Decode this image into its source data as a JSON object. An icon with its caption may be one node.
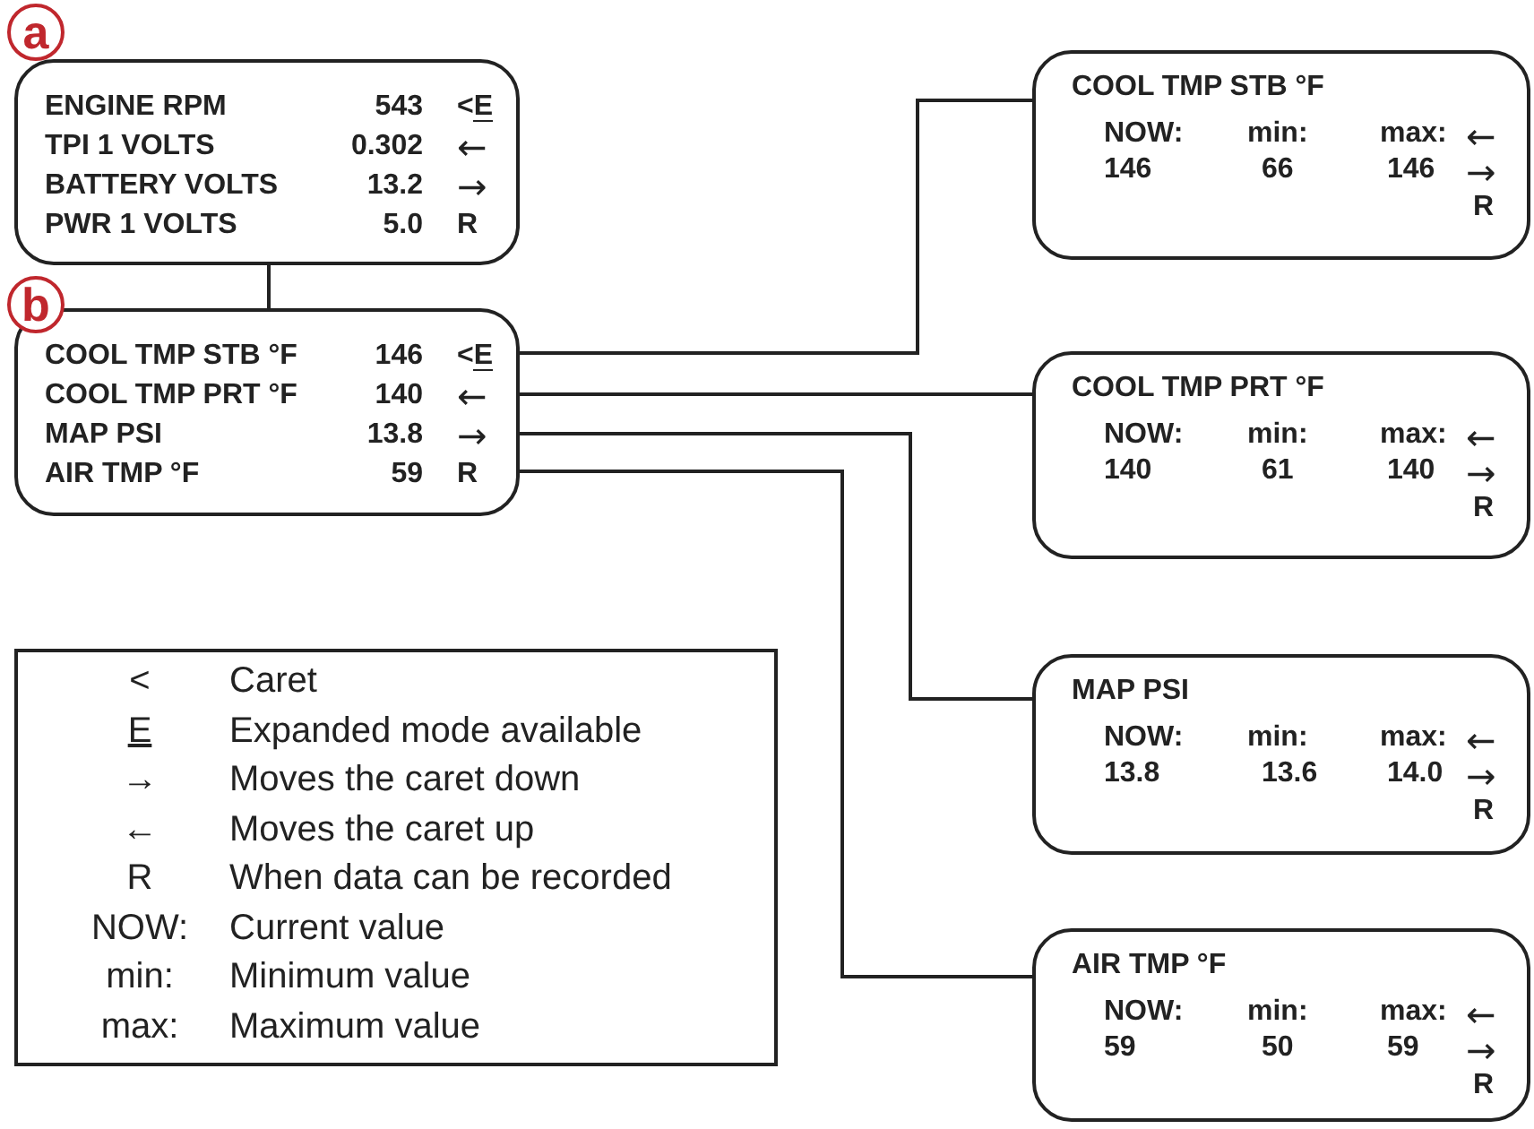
{
  "diagram": {
    "nodes": [
      {
        "text": [
          "a"
        ]
      },
      {
        "text": [
          "ENGINE RPM",
          "543",
          "<E",
          "TPI 1 VOLTS",
          "0.302",
          "←",
          "BATTERY VOLTS",
          "13.2",
          "→",
          "PWR 1 VOLTS",
          "5.0",
          "R"
        ]
      },
      {
        "text": [
          "b"
        ]
      },
      {
        "text": [
          "COOL TMP STB °F",
          "146",
          "<E",
          "COOL TMP PRT °F",
          "140",
          "←",
          "MAP PSI",
          "13.8",
          "→",
          "AIR TMP °F",
          "59",
          "R"
        ]
      },
      {
        "text": [
          "COOL TMP STB °F",
          "NOW:",
          "min:",
          "max:",
          "←",
          "146",
          "66",
          "146",
          "→",
          "R"
        ]
      },
      {
        "text": [
          "COOL TMP PRT °F",
          "NOW:",
          "min:",
          "max:",
          "←",
          "140",
          "61",
          "140",
          "→",
          "R"
        ]
      },
      {
        "text": [
          "MAP PSI",
          "NOW:",
          "min:",
          "max:",
          "←",
          "13.8",
          "13.6",
          "14.0",
          "→",
          "R"
        ]
      },
      {
        "text": [
          "AIR TMP °F",
          "NOW:",
          "min:",
          "max:",
          "←",
          "59",
          "50",
          "59",
          "→",
          "R"
        ]
      },
      {
        "text": [
          "<",
          "Caret",
          "E",
          "Expanded mode available",
          "→",
          "Moves the caret down",
          "←",
          "Moves the caret up",
          "R",
          "When data can be recorded",
          "NOW:",
          "Current value",
          "min:",
          "Minimum value",
          "max:",
          "Maximum value"
        ]
      }
    ],
    "edges": [
      {
        "from": 1,
        "to": 3,
        "arrow": "none"
      },
      {
        "from": 3,
        "to": 4,
        "arrow": "none"
      },
      {
        "from": 3,
        "to": 5,
        "arrow": "none"
      },
      {
        "from": 3,
        "to": 6,
        "arrow": "none"
      },
      {
        "from": 3,
        "to": 7,
        "arrow": "none"
      }
    ]
  }
}
